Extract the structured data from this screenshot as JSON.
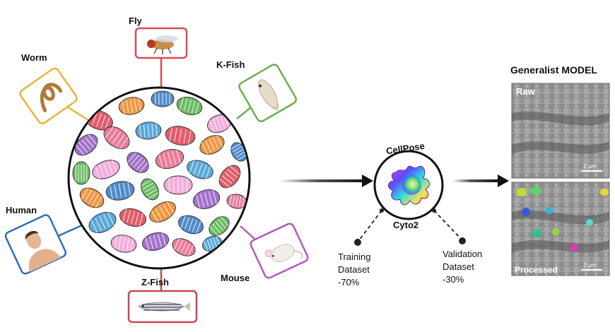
{
  "organisms": [
    {
      "id": "fly",
      "label": "Fly",
      "color": "#d94a55",
      "icon": "fly-icon"
    },
    {
      "id": "worm",
      "label": "Worm",
      "color": "#e8b43c",
      "icon": "worm-icon"
    },
    {
      "id": "kfish",
      "label": "K-Fish",
      "color": "#6bb04f",
      "icon": "killifish-icon"
    },
    {
      "id": "human",
      "label": "Human",
      "color": "#2f6fb3",
      "icon": "human-icon"
    },
    {
      "id": "mouse",
      "label": "Mouse",
      "color": "#b05bbd",
      "icon": "mouse-icon"
    },
    {
      "id": "zfish",
      "label": "Z-Fish",
      "color": "#c9464f",
      "icon": "zebrafish-icon"
    }
  ],
  "cellpose": {
    "top_label": "CellPose",
    "bottom_label": "Cyto2"
  },
  "training": {
    "line1": "Training",
    "line2": "Dataset",
    "line3": "-70%"
  },
  "validation": {
    "line1": "Validation",
    "line2": "Dataset",
    "line3": "-30%"
  },
  "model": {
    "title": "Generalist MODEL",
    "raw_label": "Raw",
    "processed_label": "Processed",
    "scale_raw": "2 μm",
    "scale_processed": "2 μm"
  },
  "mito_colors": [
    "#e04b5a",
    "#f08c2e",
    "#3f7fc4",
    "#5ab552",
    "#f2a6d8",
    "#9a63c7",
    "#e96d8f",
    "#4aa0d8"
  ]
}
